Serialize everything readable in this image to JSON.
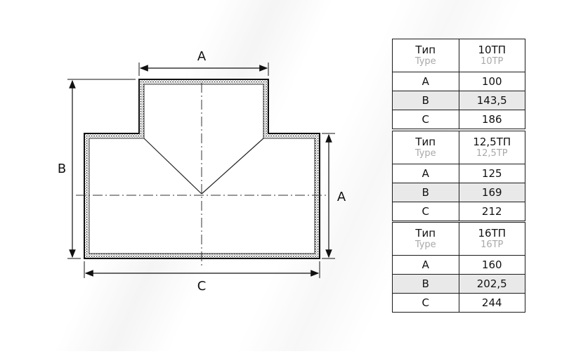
{
  "drawing": {
    "dim_top": "A",
    "dim_left": "B",
    "dim_right": "A",
    "dim_bottom": "C"
  },
  "tables": [
    {
      "type_label_ru": "Тип",
      "type_label_en": "Type",
      "type_value_ru": "10ТП",
      "type_value_en": "10TP",
      "rows": [
        {
          "param": "A",
          "value": "100"
        },
        {
          "param": "B",
          "value": "143,5"
        },
        {
          "param": "C",
          "value": "186"
        }
      ]
    },
    {
      "type_label_ru": "Тип",
      "type_label_en": "Type",
      "type_value_ru": "12,5ТП",
      "type_value_en": "12,5TP",
      "rows": [
        {
          "param": "A",
          "value": "125"
        },
        {
          "param": "B",
          "value": "169"
        },
        {
          "param": "C",
          "value": "212"
        }
      ]
    },
    {
      "type_label_ru": "Тип",
      "type_label_en": "Type",
      "type_value_ru": "16ТП",
      "type_value_en": "16TP",
      "rows": [
        {
          "param": "A",
          "value": "160"
        },
        {
          "param": "B",
          "value": "202,5"
        },
        {
          "param": "C",
          "value": "244"
        }
      ]
    }
  ]
}
